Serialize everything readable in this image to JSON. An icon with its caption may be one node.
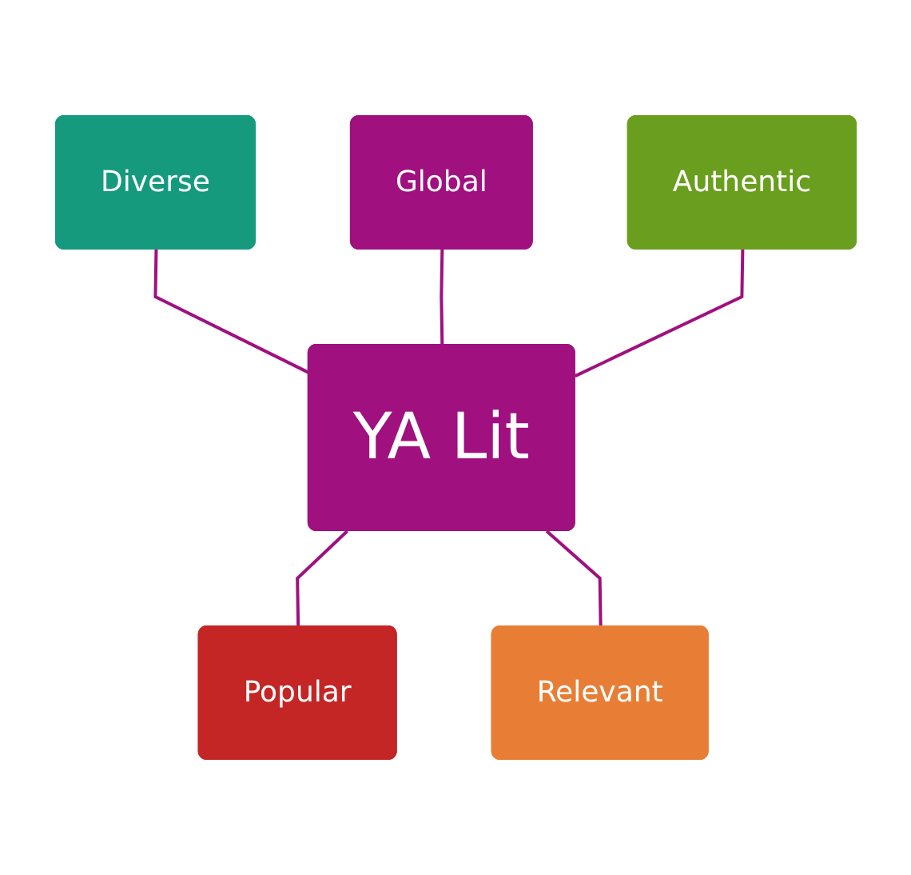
{
  "diagram": {
    "nodes": [
      {
        "text": [
          "YA Lit"
        ]
      },
      {
        "text": [
          "Diverse"
        ]
      },
      {
        "text": [
          "Authentic"
        ]
      },
      {
        "text": [
          "Relevant"
        ]
      },
      {
        "text": [
          "Popular"
        ]
      },
      {
        "text": [
          "Global"
        ]
      }
    ],
    "edges": [
      {
        "from": 1,
        "to": 0,
        "arrow": "none"
      },
      {
        "from": 5,
        "to": 0,
        "arrow": "none"
      },
      {
        "from": 2,
        "to": 0,
        "arrow": "none"
      },
      {
        "from": 0,
        "to": 4,
        "arrow": "none"
      },
      {
        "from": 0,
        "to": 3,
        "arrow": "none"
      }
    ]
  }
}
